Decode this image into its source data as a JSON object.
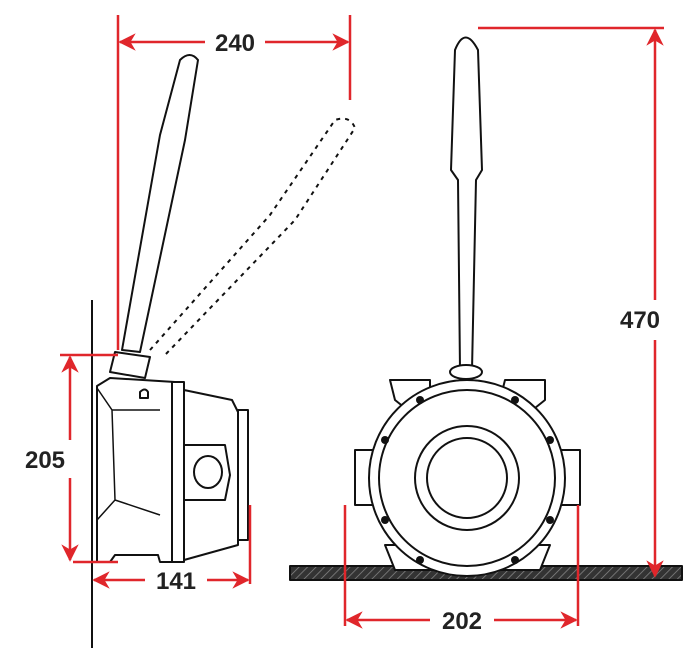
{
  "dimensions": {
    "handle_swing": "240",
    "side_height": "205",
    "side_depth": "141",
    "total_height": "470",
    "base_width": "202"
  },
  "colors": {
    "dimension": "#e0262b",
    "outline": "#111111"
  }
}
